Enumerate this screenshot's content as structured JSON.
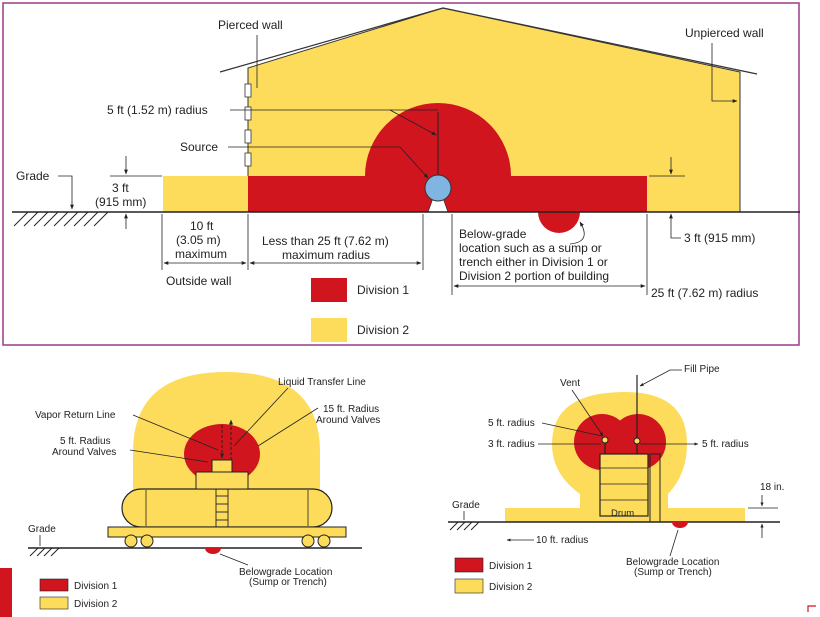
{
  "colors": {
    "division1": "#d0151f",
    "division2": "#fddc5c",
    "frame": "#9b3b8a",
    "source": "#7fb5e0"
  },
  "top": {
    "pierced_wall": "Pierced wall",
    "unpierced_wall": "Unpierced wall",
    "radius_5ft": "5 ft (1.52 m) radius",
    "source": "Source",
    "grade": "Grade",
    "height_3ft_a": "3 ft",
    "height_3ft_b": "(915 mm)",
    "dist_10ft_a": "10 ft",
    "dist_10ft_b": "(3.05 m)",
    "dist_10ft_c": "maximum",
    "outside_wall": "Outside wall",
    "less_25ft_a": "Less than 25 ft (7.62 m)",
    "less_25ft_b": "maximum radius",
    "belowgrade_1": "Below-grade",
    "belowgrade_2": "location such as a sump or",
    "belowgrade_3": "trench either in Division 1 or",
    "belowgrade_4": "Division 2 portion of building",
    "right_3ft": "3 ft (915 mm)",
    "radius_25ft": "25 ft (7.62 m) radius",
    "legend_div1": "Division 1",
    "legend_div2": "Division 2"
  },
  "bottom_left": {
    "liquid_transfer": "Liquid Transfer Line",
    "vapor_return": "Vapor Return Line",
    "radius15_a": "15 ft. Radius",
    "radius15_b": "Around Valves",
    "radius5_a": "5 ft. Radius",
    "radius5_b": "Around Valves",
    "grade": "Grade",
    "belowgrade_a": "Belowgrade Location",
    "belowgrade_b": "(Sump or Trench)",
    "legend_div1": "Division 1",
    "legend_div2": "Division 2"
  },
  "bottom_right": {
    "vent": "Vent",
    "fill_pipe": "Fill Pipe",
    "radius5_left": "5 ft. radius",
    "radius3": "3 ft. radius",
    "radius5_right": "5 ft. radius",
    "height18": "18 in.",
    "grade": "Grade",
    "drum": "Drum",
    "radius10": "10 ft. radius",
    "belowgrade_a": "Belowgrade Location",
    "belowgrade_b": "(Sump or Trench)",
    "legend_div1": "Division 1",
    "legend_div2": "Division 2"
  }
}
